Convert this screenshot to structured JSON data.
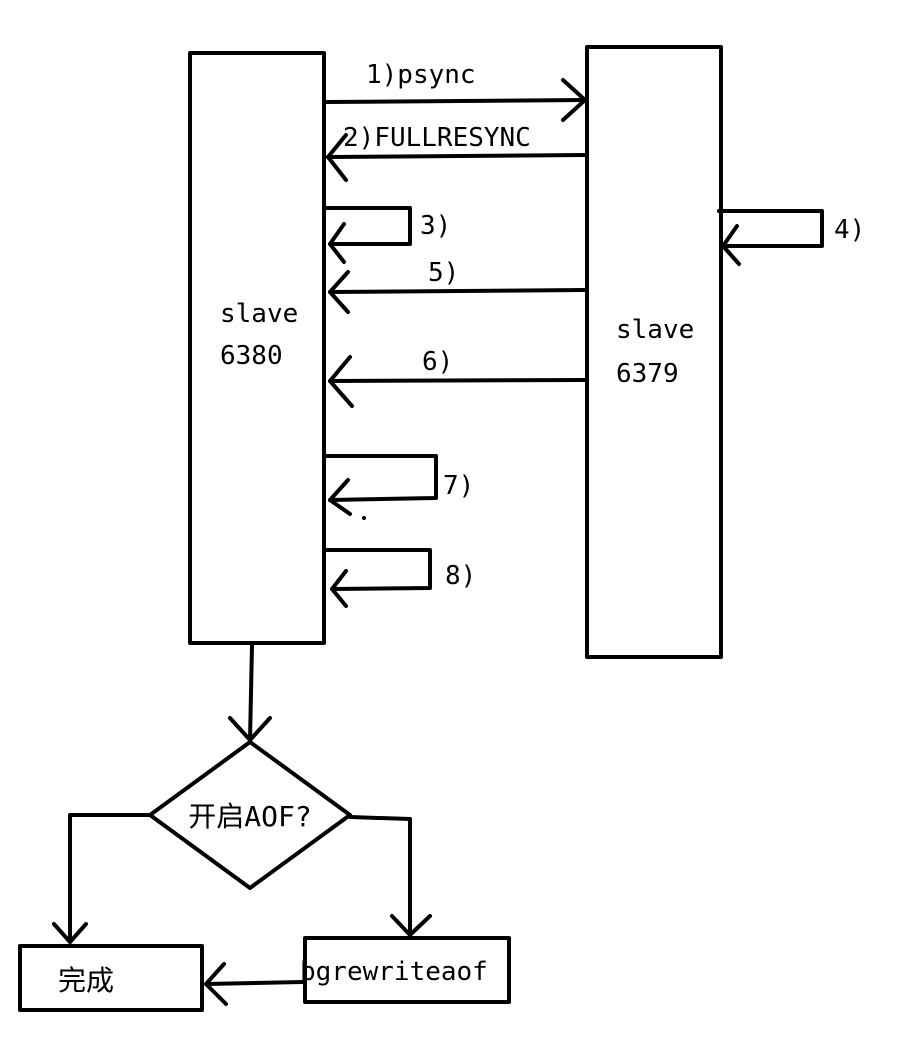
{
  "nodes": {
    "slave_left": {
      "line1": "slave",
      "line2": "6380"
    },
    "slave_right": {
      "line1": "slave",
      "line2": "6379"
    },
    "decision": {
      "label": "开启AOF?"
    },
    "done": {
      "label": "完成"
    },
    "rewrite": {
      "label": "bgrewriteaof"
    }
  },
  "steps": {
    "s1": "1)psync",
    "s2": "2)FULLRESYNC",
    "s3": "3)",
    "s4": "4)",
    "s5": "5)",
    "s6": "6)",
    "s7": "7)",
    "s8": "8)"
  }
}
